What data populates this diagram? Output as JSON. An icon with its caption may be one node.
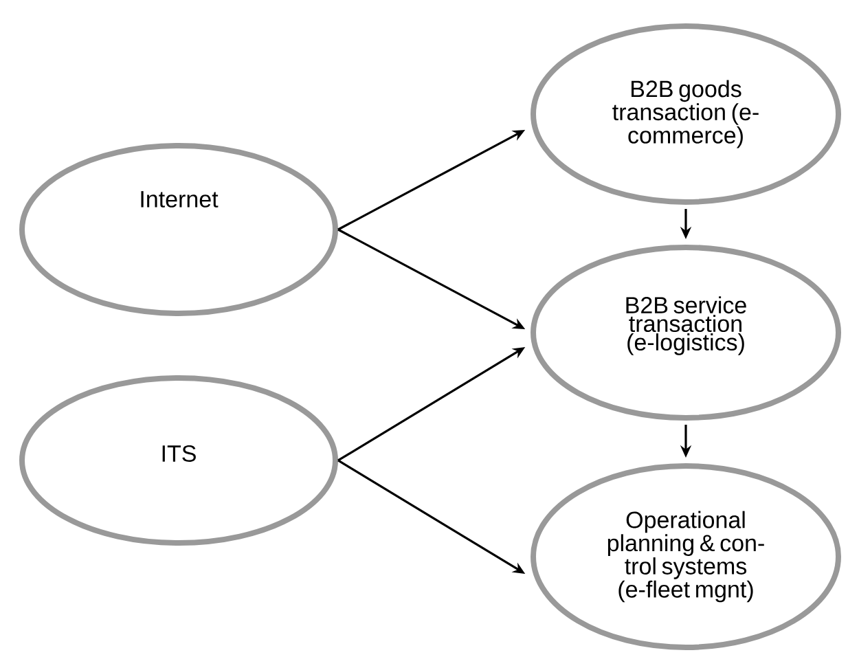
{
  "diagram": {
    "nodes": [
      {
        "text": [
          "Internet"
        ]
      },
      {
        "text": [
          "ITS"
        ]
      },
      {
        "text": [
          "B2B goods transaction (e-commerce)"
        ]
      },
      {
        "text": [
          "B2B service transaction (e-logistics)"
        ]
      },
      {
        "text": [
          "Operational planning & con- trol systems (e-fleet mgnt)"
        ]
      }
    ],
    "edges": [
      {
        "from": 0,
        "to": 2,
        "arrow": "to"
      },
      {
        "from": 0,
        "to": 3,
        "arrow": "to"
      },
      {
        "from": 1,
        "to": 3,
        "arrow": "to"
      },
      {
        "from": 1,
        "to": 4,
        "arrow": "to"
      },
      {
        "from": 2,
        "to": 3,
        "arrow": "to"
      },
      {
        "from": 3,
        "to": 4,
        "arrow": "to"
      }
    ]
  }
}
